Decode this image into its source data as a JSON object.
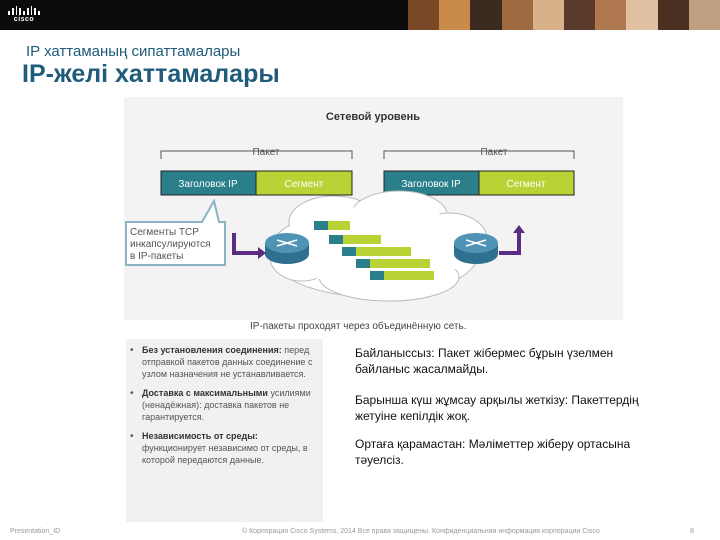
{
  "header": {
    "logo_text": "cisco",
    "photo_colors": [
      "#7a4a28",
      "#c98a4a",
      "#3a2a20",
      "#a06a40",
      "#d8b08a",
      "#5a3a2a",
      "#b07850",
      "#e0c0a0",
      "#4a3020",
      "#c0a080"
    ]
  },
  "slide": {
    "subtitle": "IP хаттаманың сипаттамалары",
    "title": "IP-желі хаттамалары"
  },
  "diagram": {
    "heading": "Сетевой уровень",
    "left_packet_label": "Пакет",
    "right_packet_label": "Пакет",
    "left_header": "Заголовок IP",
    "left_segment": "Сегмент",
    "right_header": "Заголовок IP",
    "right_segment": "Сегмент",
    "callout": [
      "Сегменты TCP",
      "инкапсулируются",
      "в IP-пакеты"
    ],
    "caption": "IP-пакеты проходят через объединённую сеть.",
    "colors": {
      "header_cell": "#2a7f8a",
      "segment_cell": "#b7d335",
      "cloud": "#ffffff",
      "router": "#2f6f8f",
      "arrow": "#5a2d82"
    }
  },
  "bullets": [
    {
      "bold": "Без установления соединения:",
      "text": "перед отправкой пакетов данных соединение с узлом назначения не устанавливается."
    },
    {
      "bold": "Доставка с максимальными",
      "text": "усилиями (ненадёжная): доставка пакетов не гарантируется."
    },
    {
      "bold": "Независимость от среды:",
      "text": "функционирует независимо от среды, в которой передаются данные."
    }
  ],
  "right_text": [
    "Байланыссыз: Пакет жібермес бұрын үзелмен байланыс жасалмайды.",
    "Барынша күш жұмсау арқылы жеткізу: Пакеттердің жетуіне кепілдік жоқ.",
    "Ортаға қарамастан: Мәліметтер жіберу ортасына тәуелсіз."
  ],
  "footer": {
    "left": "Presentation_ID",
    "middle": "© Корпорация Cisco Systems, 2014 Все права защищены.    Конфиденциальная информация корпорации Cisco",
    "page": "8"
  }
}
